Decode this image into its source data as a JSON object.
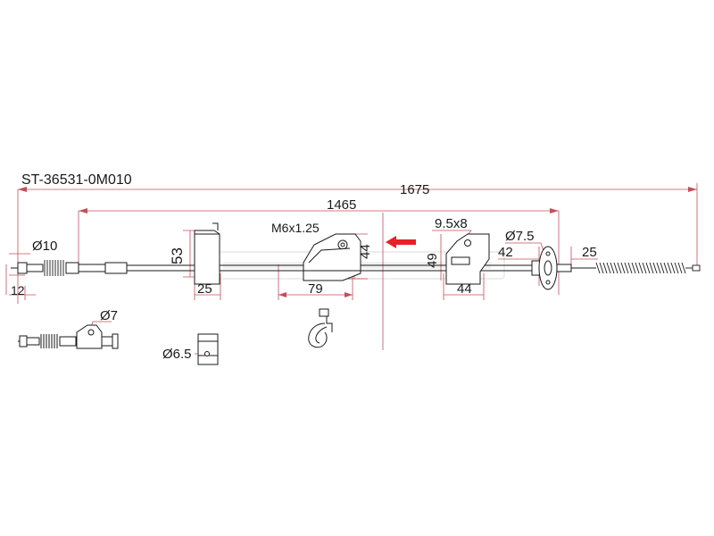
{
  "part_number": "ST-36531-0M010",
  "dimensions": {
    "overall_length": "1675",
    "inner_length": "1465",
    "left_end_diameter": "Ø10",
    "left_end_offset": "12",
    "bracket_height": "53",
    "bracket_width": "25",
    "thread": "M6x1.25",
    "mount_spacing": "79",
    "mount_height": "44",
    "slot_size": "9.5x8",
    "bracket2_height": "49",
    "bracket2_width": "44",
    "grommet_diameter": "Ø7.5",
    "grommet_offset": "42",
    "spring_length": "25",
    "detail_end_diameter": "Ø7",
    "detail_clip_diameter": "Ø6.5"
  },
  "direction_arrow_icon": "red-left-arrow",
  "colors": {
    "ink": "#1a1a1a",
    "dimension_line": "#c0505a",
    "arrow": "#e8202a",
    "watermark": "#e6e6e6"
  }
}
